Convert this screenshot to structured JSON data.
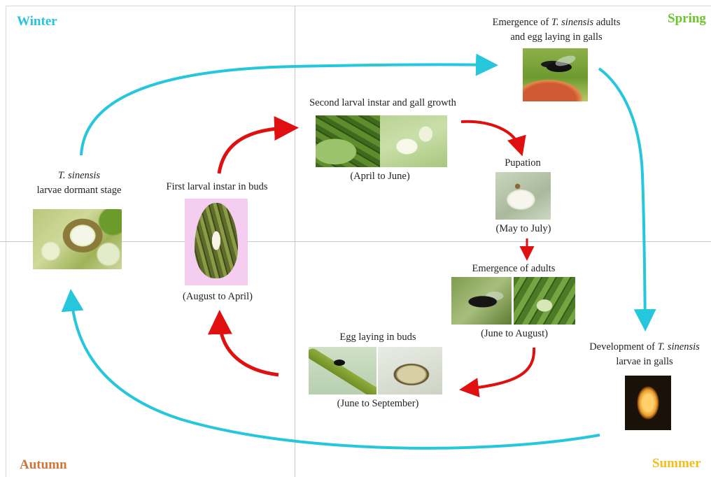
{
  "seasons": {
    "winter": "Winter",
    "spring": "Spring",
    "summer": "Summer",
    "autumn": "Autumn"
  },
  "stages": {
    "dormant": {
      "species": "T. sinensis",
      "label": "larvae dormant stage"
    },
    "first_instar": {
      "label": "First larval instar in buds",
      "period": "(August to April)"
    },
    "second_instar": {
      "label": "Second larval instar and gall growth",
      "period": "(April to June)"
    },
    "emergence_spring": {
      "prefix": "Emergence of ",
      "species": "T. sinensis",
      "suffix": " adults",
      "line2": "and egg laying in galls"
    },
    "pupation": {
      "label": "Pupation",
      "period": "(May to July)"
    },
    "emergence_adults": {
      "label": "Emergence of adults",
      "period": "(June to August)"
    },
    "egg_laying": {
      "label": "Egg laying in buds",
      "period": "(June to September)"
    },
    "development": {
      "prefix": "Development of ",
      "species": "T. sinensis",
      "line2": "larvae in galls"
    }
  },
  "colors": {
    "winter": "#29c3e0",
    "spring": "#6ec42c",
    "summer": "#f2bd1d",
    "autumn": "#d0753a",
    "outer_cycle_arrow": "#26c6dc",
    "inner_cycle_arrow": "#e01010"
  }
}
